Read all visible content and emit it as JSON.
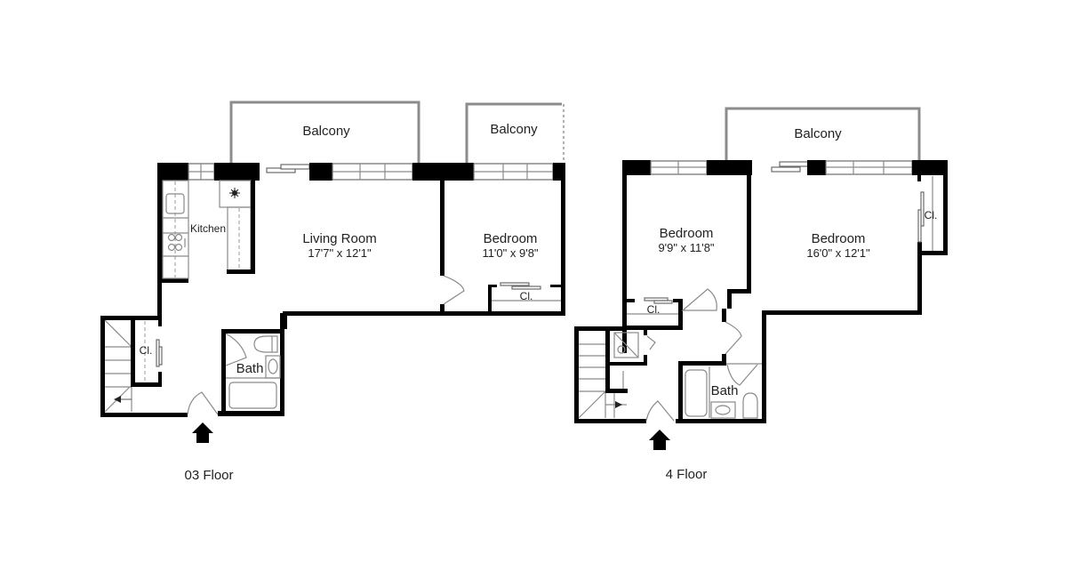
{
  "title": "Floor Plan",
  "floors": [
    {
      "label": "03 Floor",
      "rooms": [
        {
          "name": "Balcony",
          "dims": ""
        },
        {
          "name": "Balcony",
          "dims": ""
        },
        {
          "name": "Kitchen",
          "dims": ""
        },
        {
          "name": "Living Room",
          "dims": "17'7\" x 12'1\""
        },
        {
          "name": "Bedroom",
          "dims": "11'0\" x 9'8\""
        },
        {
          "name": "Cl.",
          "dims": ""
        },
        {
          "name": "Cl.",
          "dims": ""
        },
        {
          "name": "Bath",
          "dims": ""
        }
      ],
      "entry_icon": "entry-arrow-icon"
    },
    {
      "label": "4 Floor",
      "rooms": [
        {
          "name": "Balcony",
          "dims": ""
        },
        {
          "name": "Bedroom",
          "dims": "9'9\" x 11'8\""
        },
        {
          "name": "Bedroom",
          "dims": "16'0\" x 12'1\""
        },
        {
          "name": "Cl.",
          "dims": ""
        },
        {
          "name": "Cl.",
          "dims": ""
        },
        {
          "name": "Bath",
          "dims": ""
        }
      ],
      "entry_icon": "entry-arrow-icon"
    }
  ]
}
